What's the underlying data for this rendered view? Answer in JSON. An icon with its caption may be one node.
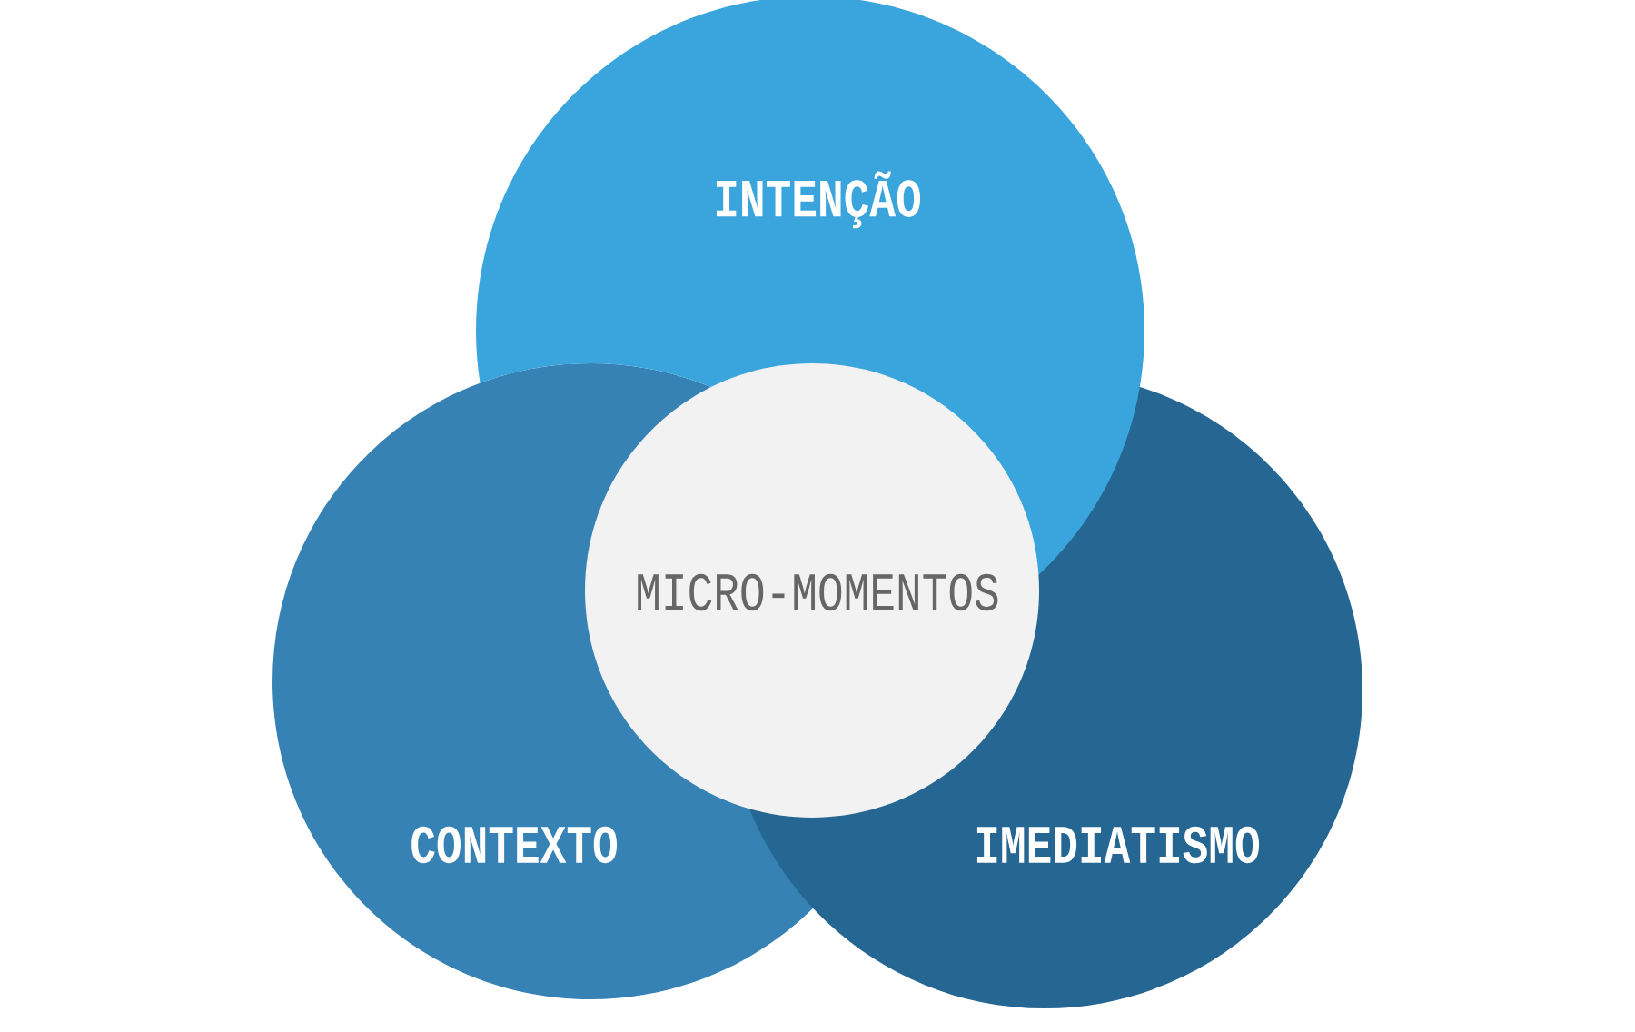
{
  "diagram": {
    "nodes": [
      {
        "text": [
          "INTENÇÃO"
        ]
      },
      {
        "text": [
          "MICRO-MOMENTOS"
        ]
      },
      {
        "text": [
          "CONTEXTO"
        ]
      },
      {
        "text": [
          "IMEDIATISMO"
        ]
      }
    ]
  }
}
